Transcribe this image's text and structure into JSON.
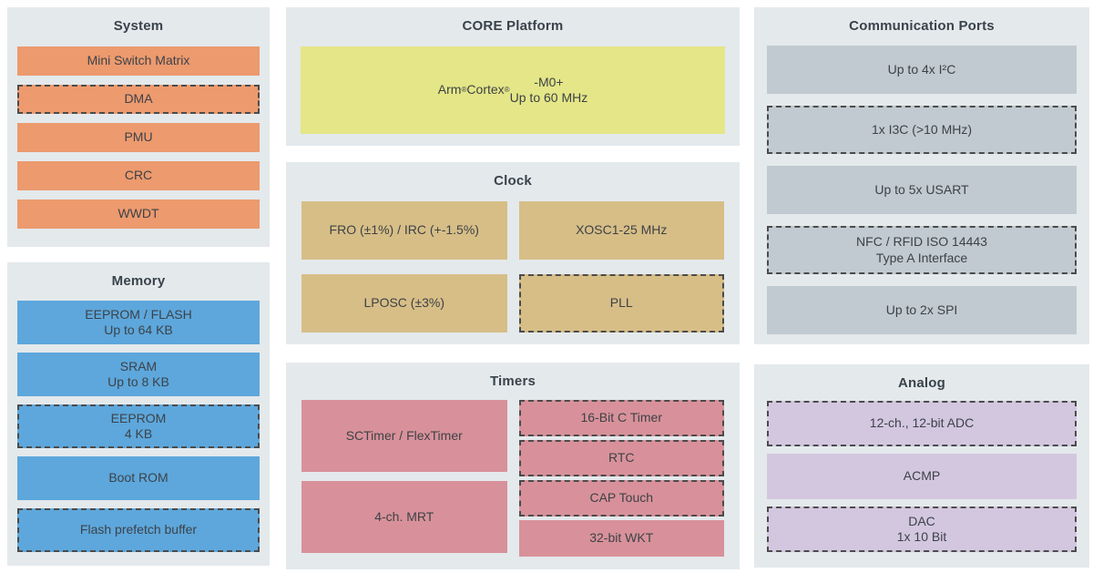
{
  "colors": {
    "page_background": "#FFFFFF",
    "panel_background": "#E4E9EC",
    "system_block": "#EC9A6E",
    "memory_block": "#5DA7DC",
    "core_block": "#E4E687",
    "clock_block": "#D7BE87",
    "timers_block": "#D8919A",
    "comm_block": "#C1CAD1",
    "analog_block": "#D3C7E0",
    "dashed_border": "#4B4B4B",
    "text": "#3D4247"
  },
  "panels": {
    "system": {
      "title": "System",
      "blocks": [
        {
          "label": "Mini Switch Matrix",
          "dashed": false
        },
        {
          "label": "DMA",
          "dashed": true
        },
        {
          "label": "PMU",
          "dashed": false
        },
        {
          "label": "CRC",
          "dashed": false
        },
        {
          "label": "WWDT",
          "dashed": false
        }
      ]
    },
    "memory": {
      "title": "Memory",
      "blocks": [
        {
          "label": "EEPROM / FLASH\nUp to 64 KB",
          "dashed": false
        },
        {
          "label": "SRAM\nUp to 8 KB",
          "dashed": false
        },
        {
          "label": "EEPROM\n4 KB",
          "dashed": true
        },
        {
          "label": "Boot ROM",
          "dashed": false
        },
        {
          "label": "Flash prefetch buffer",
          "dashed": true
        }
      ]
    },
    "core": {
      "title": "CORE Platform",
      "blocks": [
        {
          "label": "Arm® Cortex®-M0+\nUp to 60 MHz",
          "dashed": false
        }
      ]
    },
    "clock": {
      "title": "Clock",
      "blocks": [
        {
          "label": "FRO (±1%) / IRC (+-1.5%)",
          "dashed": false
        },
        {
          "label": "XOSC1-25 MHz",
          "dashed": false
        },
        {
          "label": "LPOSC (±3%)",
          "dashed": false
        },
        {
          "label": "PLL",
          "dashed": true
        }
      ]
    },
    "timers": {
      "title": "Timers",
      "left_blocks": [
        {
          "label": "SCTimer / FlexTimer",
          "dashed": false
        },
        {
          "label": "4-ch. MRT",
          "dashed": false
        }
      ],
      "right_blocks": [
        {
          "label": "16-Bit C Timer",
          "dashed": true
        },
        {
          "label": "RTC",
          "dashed": true
        },
        {
          "label": "CAP Touch",
          "dashed": true
        },
        {
          "label": "32-bit WKT",
          "dashed": false
        }
      ]
    },
    "comm": {
      "title": "Communication Ports",
      "blocks": [
        {
          "label": "Up to 4x I²C",
          "dashed": false
        },
        {
          "label": "1x I3C (>10 MHz)",
          "dashed": true
        },
        {
          "label": "Up to 5x USART",
          "dashed": false
        },
        {
          "label": "NFC / RFID ISO 14443\nType A Interface",
          "dashed": true
        },
        {
          "label": "Up to 2x SPI",
          "dashed": false
        }
      ]
    },
    "analog": {
      "title": "Analog",
      "blocks": [
        {
          "label": "12-ch., 12-bit ADC",
          "dashed": true
        },
        {
          "label": "ACMP",
          "dashed": false
        },
        {
          "label": "DAC\n1x 10 Bit",
          "dashed": true
        }
      ]
    }
  }
}
